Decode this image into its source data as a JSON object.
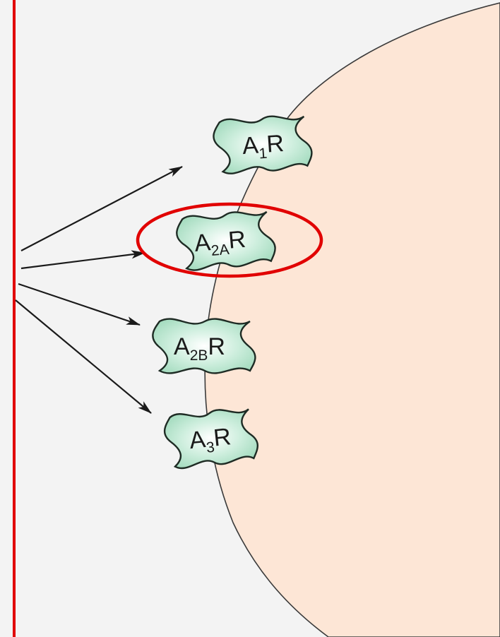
{
  "colors": {
    "background": "#f3f3f3",
    "cell_fill": "#fde6d6",
    "membrane": "#3a3a3a",
    "receptor_fill": "#a6dcc0",
    "receptor_stroke": "#1e2b24",
    "highlight": "#e10000",
    "arrow": "#1a1a1a"
  },
  "receptors": [
    {
      "id": "a1",
      "main": "A",
      "sub": "1",
      "end": "R",
      "highlighted": false
    },
    {
      "id": "a2a",
      "main": "A",
      "sub": "2A",
      "end": "R",
      "highlighted": true
    },
    {
      "id": "a2b",
      "main": "A",
      "sub": "2B",
      "end": "R",
      "highlighted": false
    },
    {
      "id": "a3",
      "main": "A",
      "sub": "3",
      "end": "R",
      "highlighted": false
    }
  ]
}
